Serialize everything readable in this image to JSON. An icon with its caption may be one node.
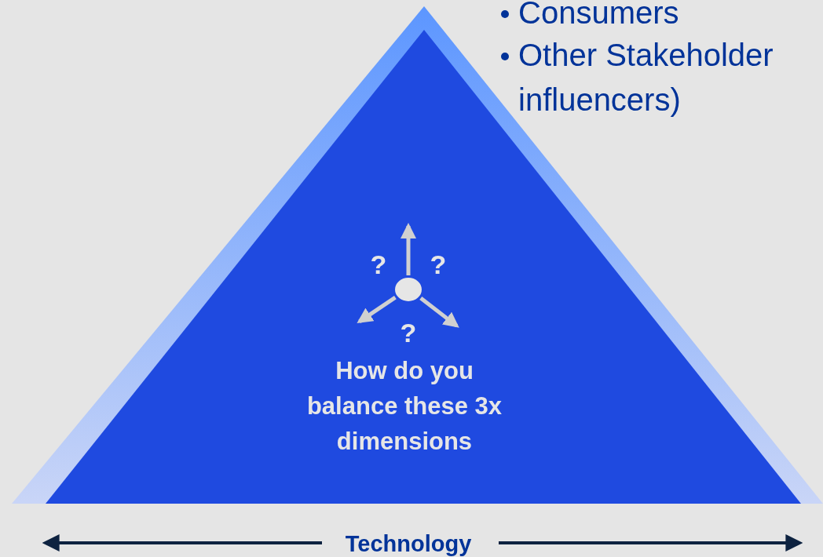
{
  "diagram": {
    "nodes": [
      {
        "text": [
          "How do you balance these 3x dimensions"
        ]
      },
      {
        "text": [],
        "shape": "circle",
        "in": 0
      }
    ],
    "edges": [
      {
        "from": 1,
        "to": null,
        "arrow": "to"
      },
      {
        "from": 1,
        "to": null,
        "arrow": "to"
      },
      {
        "from": 1,
        "to": null,
        "arrow": "to"
      }
    ],
    "labels": [
      "?",
      "?",
      "?",
      "Consumers",
      "Other Stakeholder influencers)",
      "Technology"
    ]
  }
}
